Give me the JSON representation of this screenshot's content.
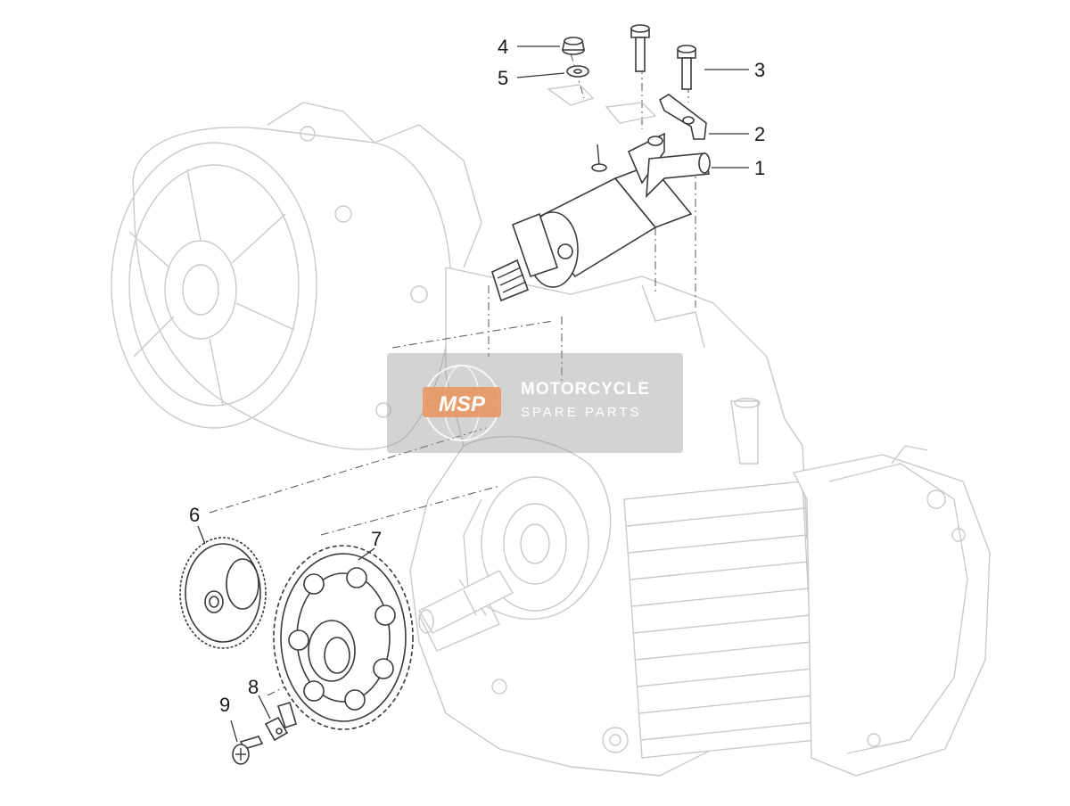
{
  "diagram": {
    "callouts": [
      "1",
      "2",
      "3",
      "4",
      "5",
      "6",
      "7",
      "8",
      "9"
    ]
  },
  "watermark": {
    "logo_text": "MSP",
    "title": "MOTORCYCLE",
    "subtitle": "SPARE PARTS"
  },
  "colors": {
    "line": "#3a3a3a",
    "ghost_line": "#c9c9c9",
    "watermark_bg": "#9a9a9a",
    "logo_accent": "#e8935a"
  }
}
